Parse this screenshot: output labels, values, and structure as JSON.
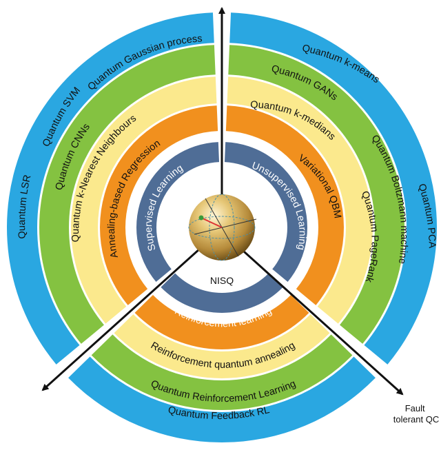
{
  "center": {
    "label": "NISQ"
  },
  "axis_label": {
    "line1": "Fault",
    "line2": "tolerant QC"
  },
  "colors": {
    "blue_outer": "#2aa7e1",
    "green": "#84c241",
    "yellow": "#fbe98d",
    "orange": "#f1901e",
    "slate": "#4f6d96",
    "arrow": "#111111",
    "sphere_light": "#f5e2a6",
    "sphere_mid": "#c8a455",
    "sphere_dark": "#7a5b1d"
  },
  "sectors": {
    "left": {
      "inner": "Supervised Learning",
      "orange": "Annealing-based Regression",
      "yellow": "Quantum k-Nearest Neighbours",
      "green": "Quantum CNNs",
      "blue": [
        "Quantum LSR",
        "Quantum SVM",
        "Quantum Gaussian process"
      ]
    },
    "right": {
      "inner": "Unsupervised Learning",
      "orange": [
        "Quantum k-medians",
        "Variational QBM"
      ],
      "yellow": [
        "Quantum GANs",
        "Quantum PageRank"
      ],
      "green": "Quantum Boltzmann machine",
      "blue": [
        "Quantum k-means",
        "Quantum PCA"
      ]
    },
    "bottom": {
      "inner": "Reinforcement learning",
      "orange": "Reinforcement quantum annealing",
      "yellow": "Quantum Reinforcement Learning",
      "green": "Quantum Feedback RL"
    }
  }
}
